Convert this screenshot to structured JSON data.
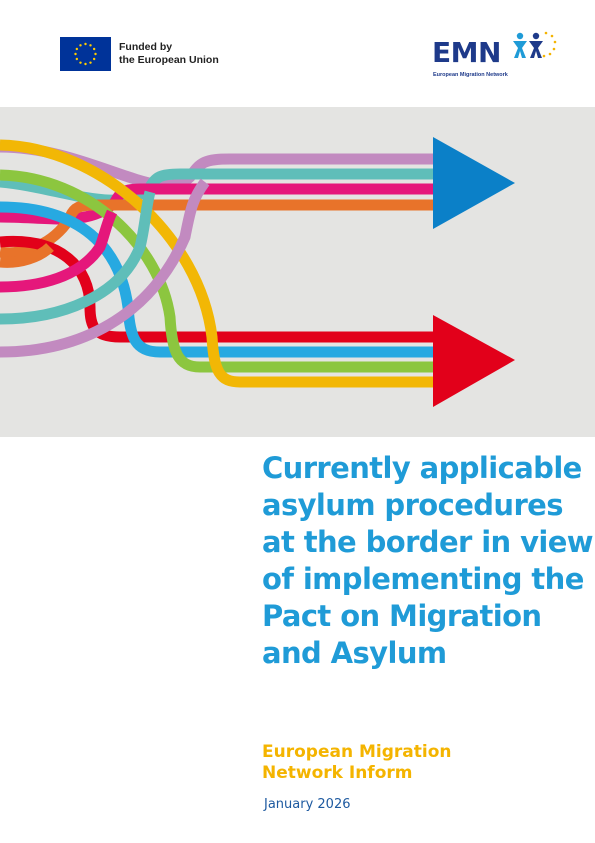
{
  "eu_logo": {
    "line1": "Funded by",
    "line2": "the European Union"
  },
  "emn_logo": {
    "letters": "EMN",
    "subtitle": "European Migration Network"
  },
  "colors": {
    "title": "#1f9bd7",
    "series": "#f4b400",
    "date": "#1e5aa0",
    "arrow_blue": "#0b80c8",
    "arrow_red": "#e2001a",
    "banner_bg": "#e4e4e2"
  },
  "cover": {
    "title_lines": [
      "Currently applicable",
      "asylum procedures",
      "at the border in view",
      "of implementing the",
      "Pact on Migration",
      "and Asylum"
    ],
    "series_lines": [
      "European Migration",
      "Network Inform"
    ],
    "date": "January 2026"
  }
}
